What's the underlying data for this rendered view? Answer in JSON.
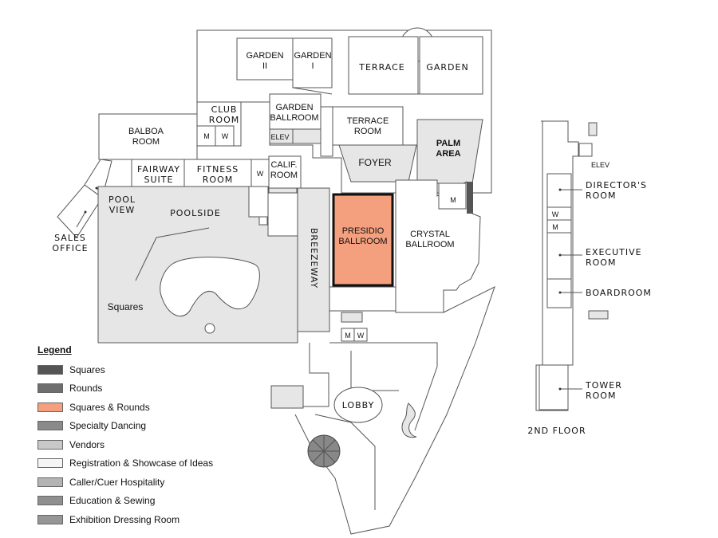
{
  "rooms": {
    "garden2": [
      "GARDEN",
      "II"
    ],
    "garden1": [
      "GARDEN",
      "I"
    ],
    "terrace": "TERRACE",
    "garden": "GARDEN",
    "club_room": [
      "CLUB",
      "ROOM"
    ],
    "garden_ballroom": [
      "GARDEN",
      "BALLROOM"
    ],
    "terrace_room": [
      "TERRACE",
      "ROOM"
    ],
    "palm_area": [
      "PALM",
      "AREA"
    ],
    "balboa_room": [
      "BALBOA",
      "ROOM"
    ],
    "elev": "ELEV",
    "foyer": "FOYER",
    "fairway_suite": [
      "FAIRWAY",
      "SUITE"
    ],
    "fitness_room": [
      "FITNESS",
      "ROOM"
    ],
    "calif_room": [
      "CALIF.",
      "ROOM"
    ],
    "pool_view": [
      "POOL",
      "VIEW"
    ],
    "poolside": "POOLSIDE",
    "sales_office": [
      "SALES",
      "OFFICE"
    ],
    "presidio_ballroom": [
      "PRESIDIO",
      "BALLROOM"
    ],
    "crystal_ballroom": [
      "CRYSTAL",
      "BALLROOM"
    ],
    "breezeway": "BREEZEWAY",
    "squares_area": "Squares",
    "lobby": "LOBBY",
    "restroom_m": "M",
    "restroom_w": "W"
  },
  "second_floor": {
    "elev": "ELEV",
    "directors_room": [
      "DIRECTOR'S",
      "ROOM"
    ],
    "executive_room": [
      "EXECUTIVE",
      "ROOM"
    ],
    "boardroom": "BOARDROOM",
    "tower_room": [
      "TOWER",
      "ROOM"
    ],
    "caption": "2ND FLOOR"
  },
  "colors": {
    "presidio_fill": "#f4a07e",
    "presidio_border": "#111111",
    "event_area": "#e6e6e6"
  },
  "legend": {
    "title": "Legend",
    "items": [
      {
        "label": "Squares",
        "color": "#555555"
      },
      {
        "label": "Rounds",
        "color": "#6e6e6e"
      },
      {
        "label": "Squares & Rounds",
        "color": "#f4a07e"
      },
      {
        "label": "Specialty Dancing",
        "color": "#8a8a8a"
      },
      {
        "label": "Vendors",
        "color": "#c8c8c8"
      },
      {
        "label": "Registration & Showcase of Ideas",
        "color": "#f5f5f5"
      },
      {
        "label": "Caller/Cuer Hospitality",
        "color": "#b4b4b4"
      },
      {
        "label": "Education & Sewing",
        "color": "#8f8f8f"
      },
      {
        "label": "Exhibition Dressing Room",
        "color": "#969696"
      }
    ]
  }
}
